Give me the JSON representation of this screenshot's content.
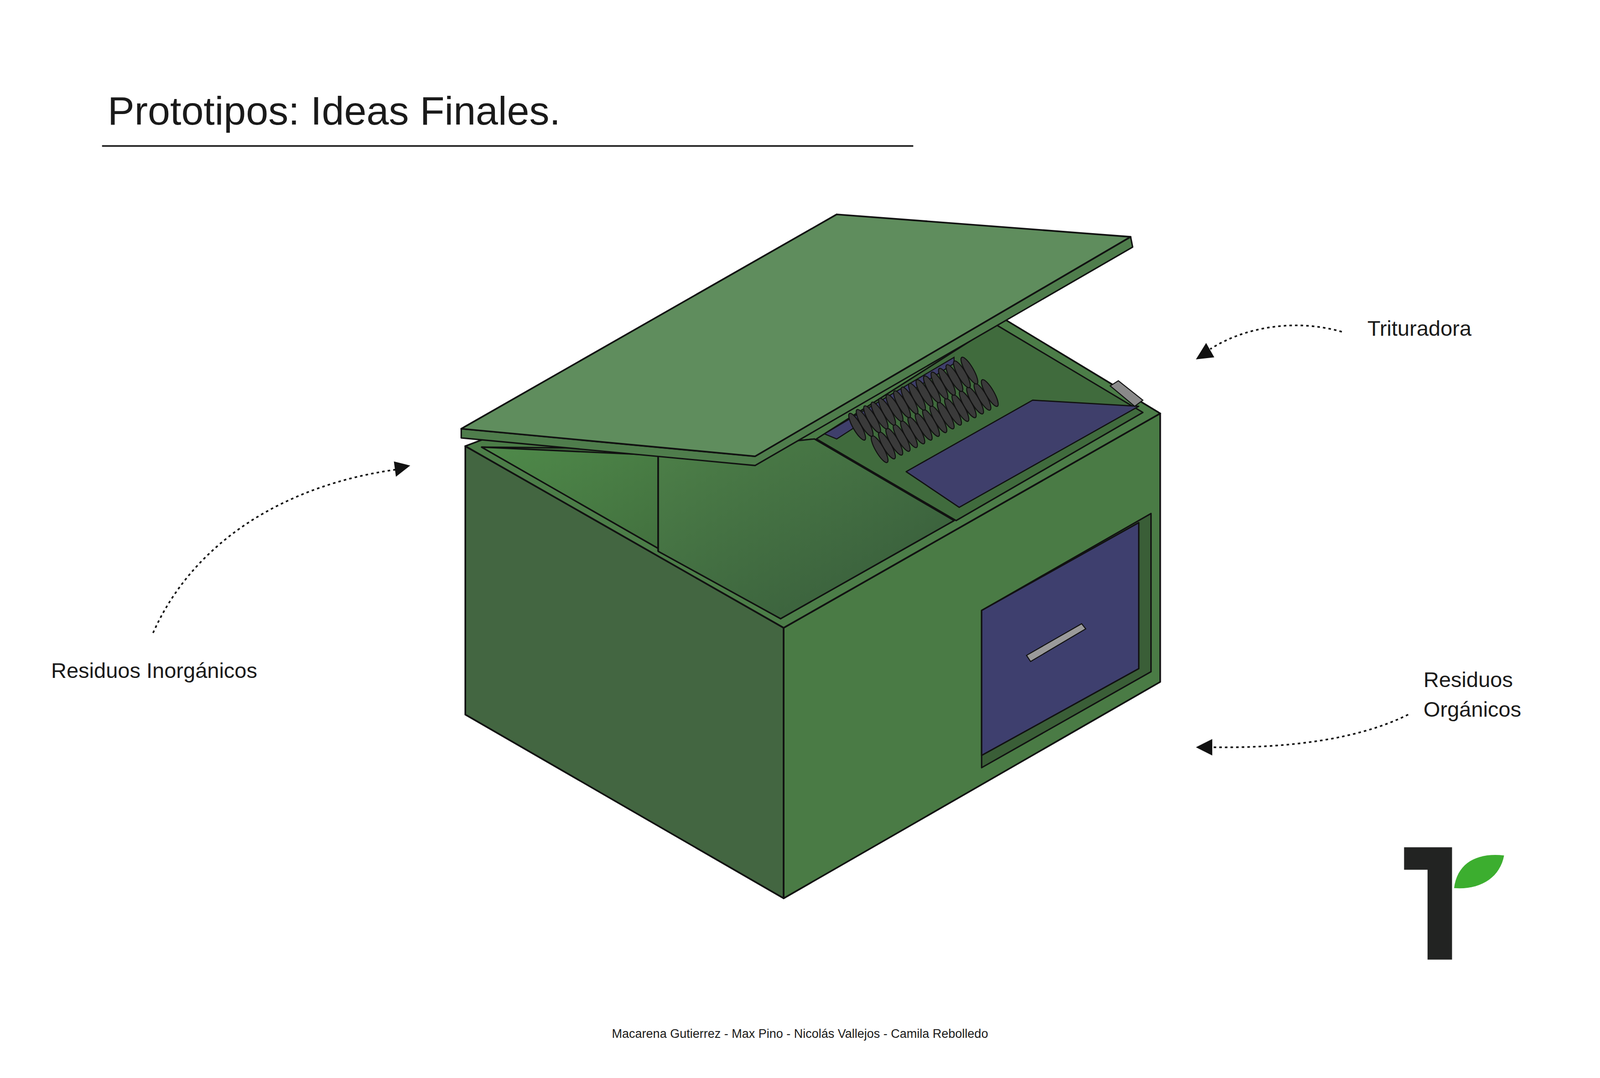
{
  "diagram": {
    "title": "Prototipos: Ideas Finales.",
    "labels": [
      "Trituradora",
      "Residuos Inorgánicos",
      "Residuos Orgánicos",
      "Macarena Gutierrez - Max Pino - Nicolás Vallejos - Camila Rebolledo"
    ]
  }
}
